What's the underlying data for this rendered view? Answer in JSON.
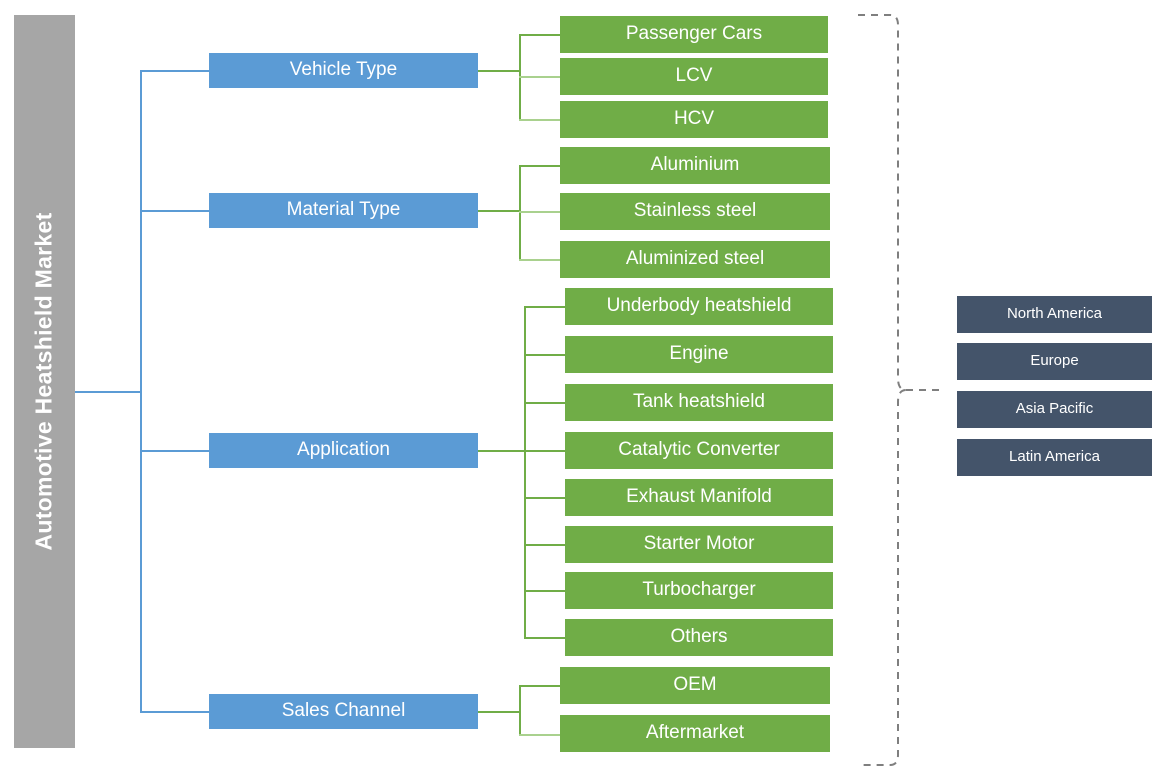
{
  "root": {
    "label": "Automotive Heatshield Market",
    "color": "#a6a6a6"
  },
  "colors": {
    "category": "#5b9bd5",
    "subitem": "#70ad47",
    "region": "#44546a",
    "root": "#a6a6a6",
    "connector_blue": "#5b9bd5",
    "connector_green": "#70ad47",
    "bracket": "#808080"
  },
  "categories": [
    {
      "label": "Vehicle Type",
      "items": [
        {
          "label": "Passenger Cars"
        },
        {
          "label": "LCV"
        },
        {
          "label": "HCV"
        }
      ]
    },
    {
      "label": "Material Type",
      "items": [
        {
          "label": "Aluminium"
        },
        {
          "label": "Stainless steel"
        },
        {
          "label": "Aluminized steel"
        }
      ]
    },
    {
      "label": "Application",
      "items": [
        {
          "label": "Underbody heatshield"
        },
        {
          "label": "Engine"
        },
        {
          "label": "Tank heatshield"
        },
        {
          "label": "Catalytic Converter"
        },
        {
          "label": "Exhaust Manifold"
        },
        {
          "label": "Starter Motor"
        },
        {
          "label": "Turbocharger"
        },
        {
          "label": "Others"
        }
      ]
    },
    {
      "label": "Sales Channel",
      "items": [
        {
          "label": "OEM"
        },
        {
          "label": "Aftermarket"
        }
      ]
    }
  ],
  "regions": [
    {
      "label": "North America"
    },
    {
      "label": "Europe"
    },
    {
      "label": "Asia Pacific"
    },
    {
      "label": "Latin America"
    }
  ]
}
